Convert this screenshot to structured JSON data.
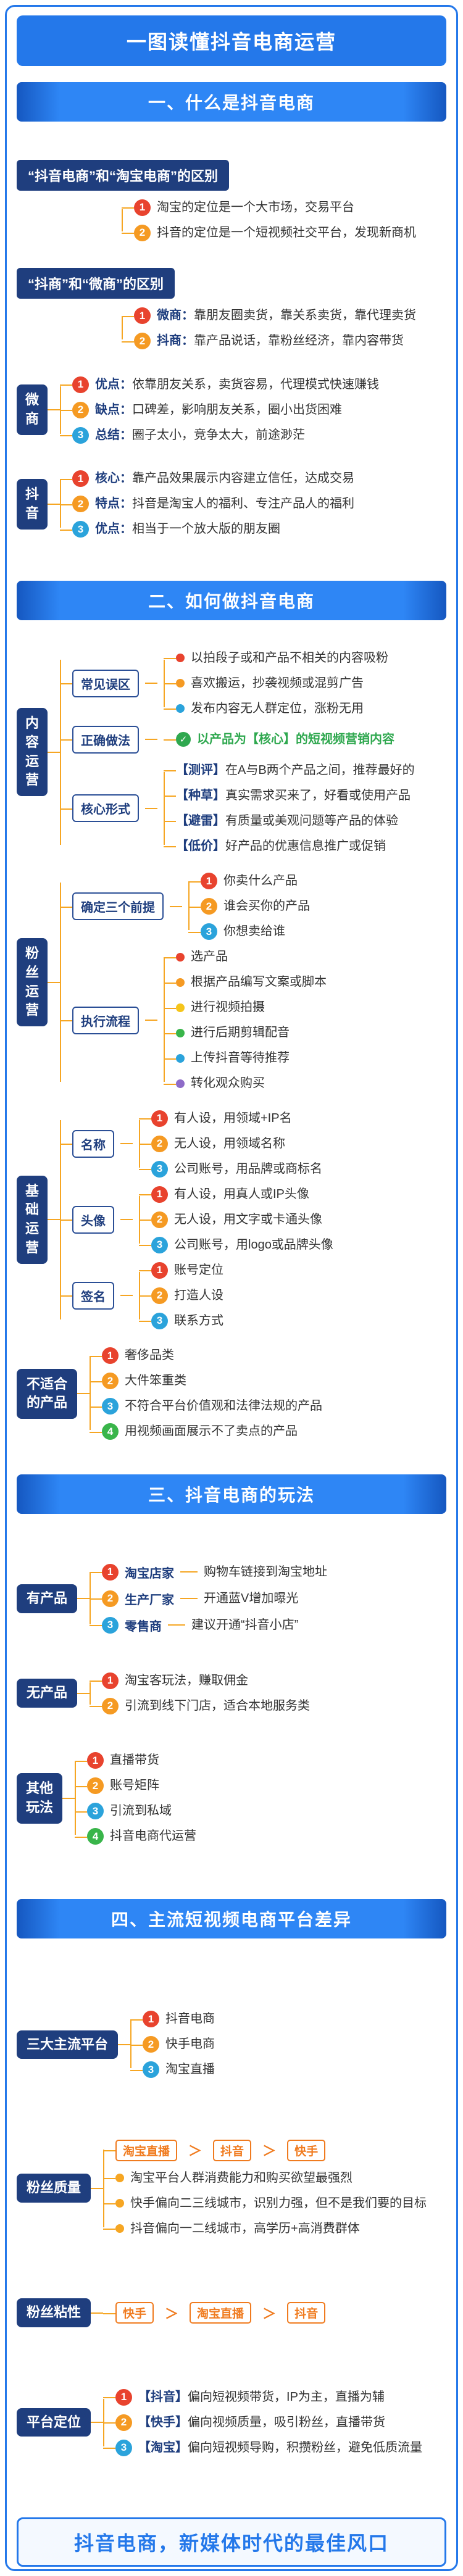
{
  "banner": {
    "top": "一图读懂抖音电商运营",
    "bottom": "抖音电商，新媒体时代的最佳风口"
  },
  "s1": {
    "title": "一、什么是抖音电商",
    "diff_platform": {
      "header": "“抖音电商”和“淘宝电商”的区别",
      "items": [
        {
          "num": "1",
          "text": "淘宝的定位是一个大市场，交易平台"
        },
        {
          "num": "2",
          "text": "抖音的定位是一个短视频社交平台，发现新商机"
        }
      ]
    },
    "diff_shang": {
      "header": "“抖商”和“微商”的区别",
      "items": [
        {
          "num": "1",
          "tag": "微商：",
          "text": "靠朋友圈卖货，靠关系卖货，靠代理卖货"
        },
        {
          "num": "2",
          "tag": "抖商：",
          "text": "靠产品说话，靠粉丝经济，靠内容带货"
        }
      ]
    },
    "weishang": {
      "label": "微商",
      "items": [
        {
          "num": "1",
          "tag": "优点：",
          "text": "依靠朋友关系，卖货容易，代理模式快速赚钱"
        },
        {
          "num": "2",
          "tag": "缺点：",
          "text": "口碑差，影响朋友关系，圈小出货困难"
        },
        {
          "num": "3",
          "tag": "总结：",
          "text": "圈子太小，竞争太大，前途渺茫"
        }
      ]
    },
    "douyin": {
      "label": "抖音",
      "items": [
        {
          "num": "1",
          "tag": "核心：",
          "text": "靠产品效果展示内容建立信任，达成交易"
        },
        {
          "num": "2",
          "tag": "特点：",
          "text": "抖音是淘宝人的福利、专注产品人的福利"
        },
        {
          "num": "3",
          "tag": "优点：",
          "text": "相当于一个放大版的朋友圈"
        }
      ]
    }
  },
  "s2": {
    "title": "二、如何做抖音电商",
    "content_ops": {
      "label": "内容运营",
      "mistakes": {
        "header": "常见误区",
        "items": [
          {
            "text": "以拍段子或和产品不相关的内容吸粉"
          },
          {
            "text": "喜欢搬运，抄袭视频或混剪广告"
          },
          {
            "text": "发布内容无人群定位，涨粉无用"
          }
        ]
      },
      "correct": {
        "header": "正确做法",
        "text": "以产品为【核心】的短视频营销内容"
      },
      "core_forms": {
        "header": "核心形式",
        "items": [
          {
            "tag": "【测评】",
            "text": "在A与B两个产品之间，推荐最好的"
          },
          {
            "tag": "【种草】",
            "text": "真实需求买来了，好看或使用产品"
          },
          {
            "tag": "【避雷】",
            "text": "有质量或美观问题等产品的体验"
          },
          {
            "tag": "【低价】",
            "text": "好产品的优惠信息推广或促销"
          }
        ]
      }
    },
    "fans_ops": {
      "label": "粉丝运营",
      "premises": {
        "header": "确定三个前提",
        "items": [
          {
            "num": "1",
            "text": "你卖什么产品"
          },
          {
            "num": "2",
            "text": "谁会买你的产品"
          },
          {
            "num": "3",
            "text": "你想卖给谁"
          }
        ]
      },
      "workflow": {
        "header": "执行流程",
        "items": [
          {
            "text": "选产品"
          },
          {
            "text": "根据产品编写文案或脚本"
          },
          {
            "text": "进行视频拍摄"
          },
          {
            "text": "进行后期剪辑配音"
          },
          {
            "text": "上传抖音等待推荐"
          },
          {
            "text": "转化观众购买"
          }
        ]
      }
    },
    "basic_ops": {
      "label": "基础运营",
      "groups": [
        {
          "header": "名称",
          "items": [
            {
              "num": "1",
              "text": "有人设，用领域+IP名"
            },
            {
              "num": "2",
              "text": "无人设，用领域名称"
            },
            {
              "num": "3",
              "text": "公司账号，用品牌或商标名"
            }
          ]
        },
        {
          "header": "头像",
          "items": [
            {
              "num": "1",
              "text": "有人设，用真人或IP头像"
            },
            {
              "num": "2",
              "text": "无人设，用文字或卡通头像"
            },
            {
              "num": "3",
              "text": "公司账号，用logo或品牌头像"
            }
          ]
        },
        {
          "header": "签名",
          "items": [
            {
              "num": "1",
              "text": "账号定位"
            },
            {
              "num": "2",
              "text": "打造人设"
            },
            {
              "num": "3",
              "text": "联系方式"
            }
          ]
        }
      ]
    },
    "unsuitable": {
      "label": "不适合的产品",
      "items": [
        {
          "num": "1",
          "text": "奢侈品类"
        },
        {
          "num": "2",
          "text": "大件笨重类"
        },
        {
          "num": "3",
          "text": "不符合平台价值观和法律法规的产品"
        },
        {
          "num": "4",
          "text": "用视频画面展示不了卖点的产品"
        }
      ]
    }
  },
  "s3": {
    "title": "三、抖音电商的玩法",
    "with_product": {
      "label": "有产品",
      "items": [
        {
          "num": "1",
          "name": "淘宝店家",
          "desc": "购物车链接到淘宝地址"
        },
        {
          "num": "2",
          "name": "生产厂家",
          "desc": "开通蓝V增加曝光"
        },
        {
          "num": "3",
          "name": "零售商",
          "desc": "建议开通“抖音小店”"
        }
      ]
    },
    "no_product": {
      "label": "无产品",
      "items": [
        {
          "num": "1",
          "text": "淘宝客玩法，赚取佣金"
        },
        {
          "num": "2",
          "text": "引流到线下门店，适合本地服务类"
        }
      ]
    },
    "other_plays": {
      "label": "其他玩法",
      "items": [
        {
          "num": "1",
          "text": "直播带货"
        },
        {
          "num": "2",
          "text": "账号矩阵"
        },
        {
          "num": "3",
          "text": "引流到私域"
        },
        {
          "num": "4",
          "text": "抖音电商代运营"
        }
      ]
    }
  },
  "s4": {
    "title": "四、主流短视频电商平台差异",
    "platforms": {
      "label": "三大主流平台",
      "items": [
        {
          "num": "1",
          "text": "抖音电商"
        },
        {
          "num": "2",
          "text": "快手电商"
        },
        {
          "num": "3",
          "text": "淘宝直播"
        }
      ]
    },
    "fan_quality": {
      "label": "粉丝质量",
      "gt": "＞",
      "rank": [
        "淘宝直播",
        "抖音",
        "快手"
      ],
      "notes": [
        {
          "text": "淘宝平台人群消费能力和购买欲望最强烈"
        },
        {
          "text": "快手偏向二三线城市，识别力强，但不是我们要的目标"
        },
        {
          "text": "抖音偏向一二线城市，高学历+高消费群体"
        }
      ]
    },
    "fan_sticky": {
      "label": "粉丝粘性",
      "gt": "＞",
      "rank": [
        "快手",
        "淘宝直播",
        "抖音"
      ]
    },
    "positioning": {
      "label": "平台定位",
      "items": [
        {
          "num": "1",
          "tag": "【抖音】",
          "text": "偏向短视频带货，IP为主，直播为辅"
        },
        {
          "num": "2",
          "tag": "【快手】",
          "text": "偏向视频质量，吸引粉丝，直播带货"
        },
        {
          "num": "3",
          "tag": "【淘宝】",
          "text": "偏向短视频导购，积攒粉丝，避免低质流量"
        }
      ]
    }
  }
}
